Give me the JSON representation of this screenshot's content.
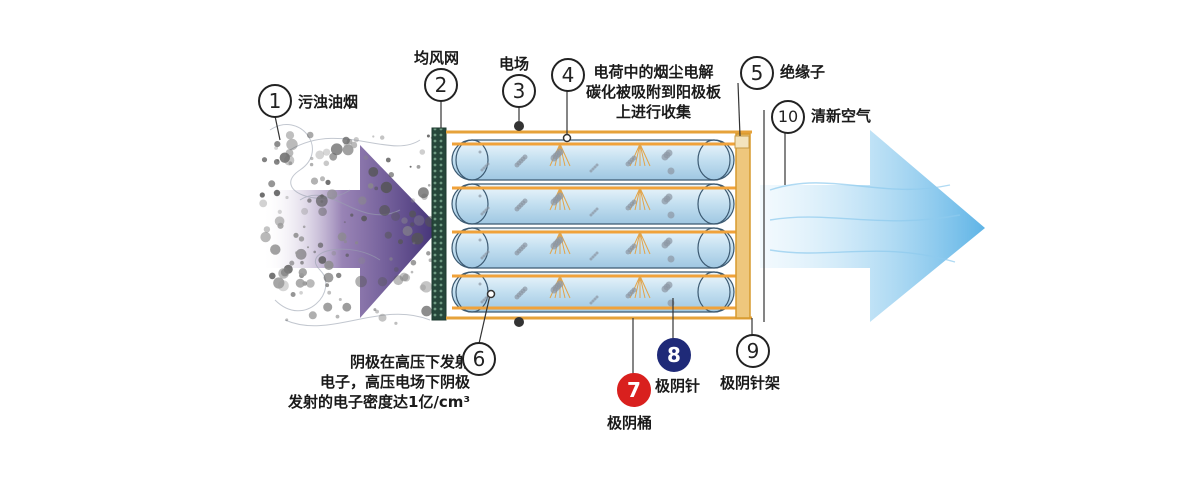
{
  "labels": {
    "n1": "1",
    "l1": "污浊油烟",
    "n2": "2",
    "l2": "均风网",
    "n3": "3",
    "l3": "电场",
    "n4": "4",
    "l4": "电荷中的烟尘电解\n碳化被吸附到阳极板\n上进行收集",
    "n5": "5",
    "l5": "绝缘子",
    "n6": "6",
    "l6": "阴极在高压下发射\n电子，高压电场下阴极\n发射的电子密度达1亿/cm³",
    "n7": "7",
    "l7": "极阴桶",
    "n8": "8",
    "l8": "极阴针",
    "n9": "9",
    "l9": "极阴针架",
    "n10": "10",
    "l10": "清新空气"
  },
  "colors": {
    "dirty_arrow": "#5a3f86",
    "clean_arrow": "#62b7e6",
    "tube": "#cde6f4",
    "rod": "#f0a23a",
    "mesh": "#2f5a46",
    "marker_red": "#d9201e",
    "marker_navy": "#1f2a78"
  }
}
